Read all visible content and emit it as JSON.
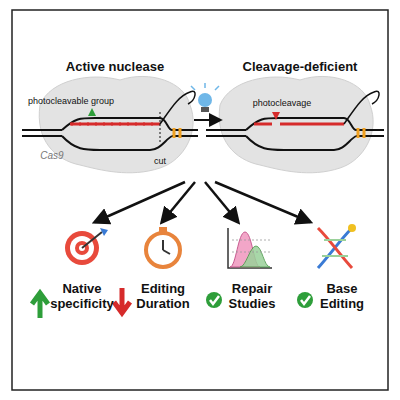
{
  "diagram": {
    "labels": [
      "Active nuclease",
      "Cleavage-deficient",
      "photocleavable group",
      "cut",
      "Cas9",
      "photocleavage",
      "Native specificity",
      "Editing Duration",
      "Repair Studies",
      "Base Editing"
    ]
  }
}
